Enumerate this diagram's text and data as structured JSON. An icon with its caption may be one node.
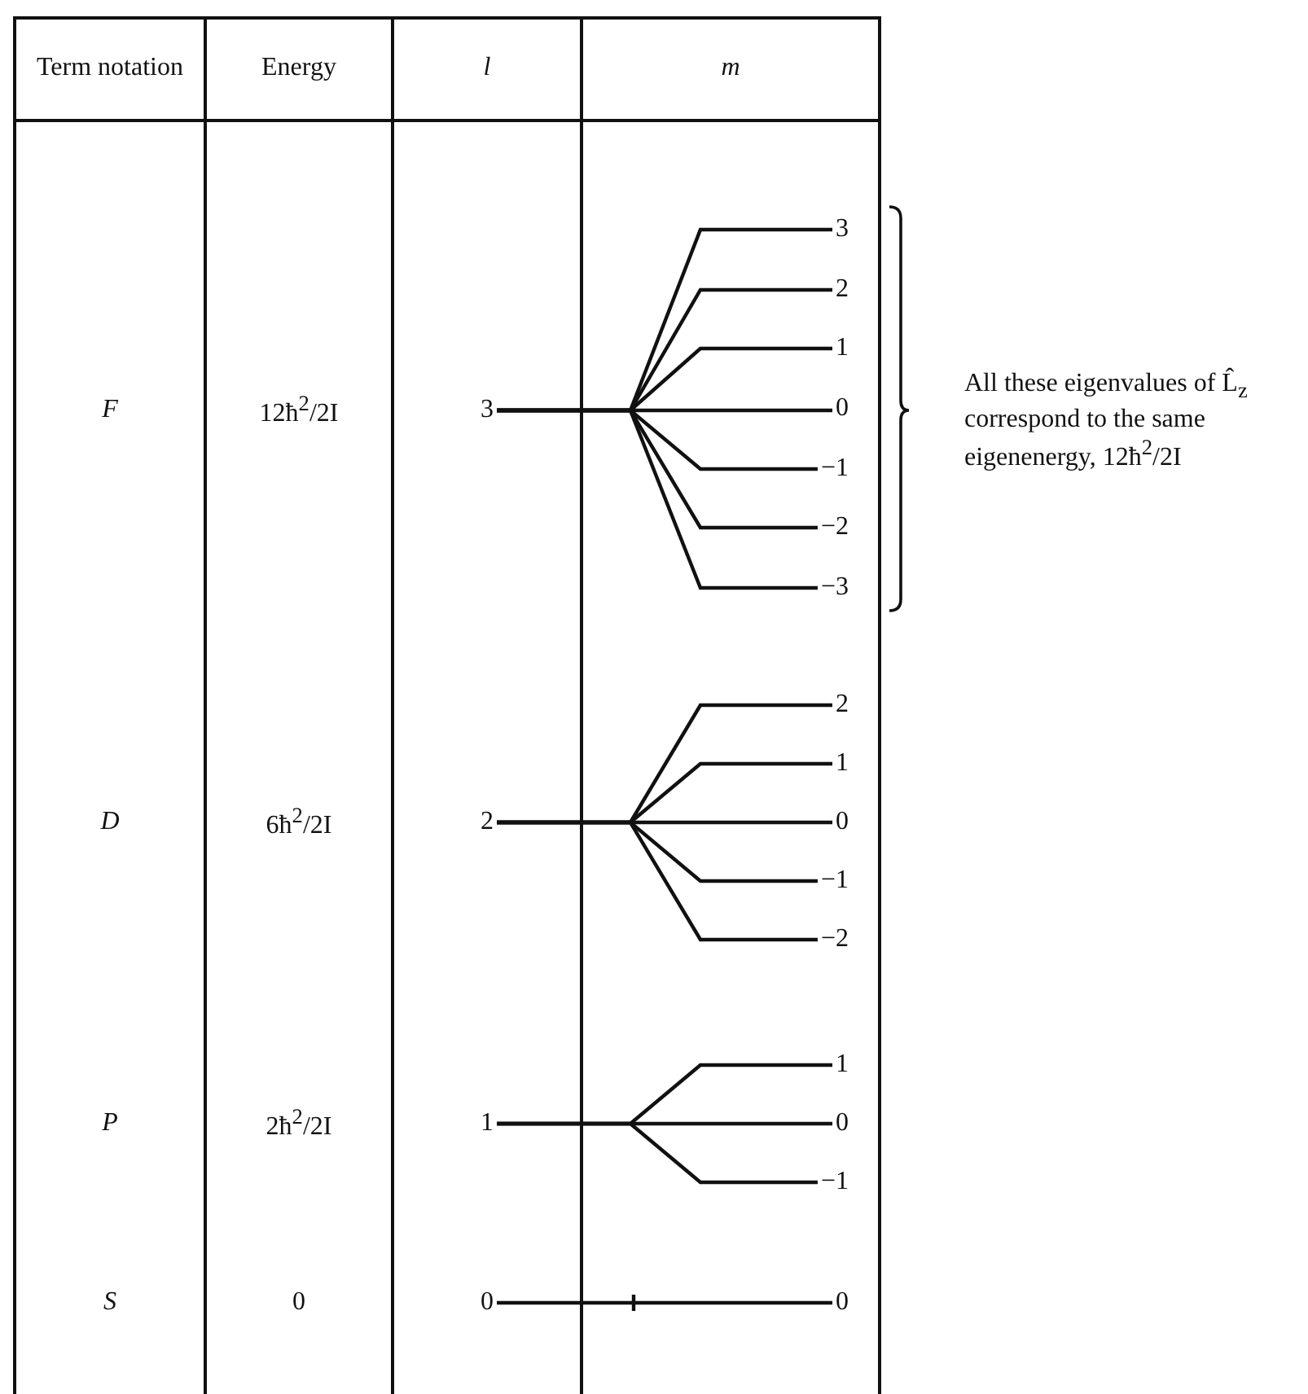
{
  "diagram": {
    "nodes": [
      {
        "text": [
          "3"
        ]
      },
      {
        "text": [
          "3"
        ]
      },
      {
        "text": [
          "2"
        ]
      },
      {
        "text": [
          "1"
        ]
      },
      {
        "text": [
          "0"
        ]
      },
      {
        "text": [
          "−1"
        ]
      },
      {
        "text": [
          "−2"
        ]
      },
      {
        "text": [
          "−3"
        ]
      },
      {
        "text": [
          "2"
        ]
      },
      {
        "text": [
          "2"
        ]
      },
      {
        "text": [
          "1"
        ]
      },
      {
        "text": [
          "0"
        ]
      },
      {
        "text": [
          "−1"
        ]
      },
      {
        "text": [
          "−2"
        ]
      },
      {
        "text": [
          "1"
        ]
      },
      {
        "text": [
          "1"
        ]
      },
      {
        "text": [
          "0"
        ]
      },
      {
        "text": [
          "−1"
        ]
      },
      {
        "text": [
          "0"
        ]
      },
      {
        "text": [
          "0"
        ]
      }
    ],
    "edges": [
      {
        "from": 0,
        "to": 1,
        "arrow": "none"
      },
      {
        "from": 0,
        "to": 2,
        "arrow": "none"
      },
      {
        "from": 0,
        "to": 3,
        "arrow": "none"
      },
      {
        "from": 0,
        "to": 4,
        "arrow": "none"
      },
      {
        "from": 0,
        "to": 5,
        "arrow": "none"
      },
      {
        "from": 0,
        "to": 6,
        "arrow": "none"
      },
      {
        "from": 0,
        "to": 7,
        "arrow": "none"
      },
      {
        "from": 8,
        "to": 9,
        "arrow": "none"
      },
      {
        "from": 8,
        "to": 10,
        "arrow": "none"
      },
      {
        "from": 8,
        "to": 11,
        "arrow": "none"
      },
      {
        "from": 8,
        "to": 12,
        "arrow": "none"
      },
      {
        "from": 8,
        "to": 13,
        "arrow": "none"
      },
      {
        "from": 14,
        "to": 15,
        "arrow": "none"
      },
      {
        "from": 14,
        "to": 16,
        "arrow": "none"
      },
      {
        "from": 14,
        "to": 17,
        "arrow": "none"
      },
      {
        "from": 18,
        "to": 19,
        "arrow": "none"
      }
    ],
    "labels": [
      "Term notation",
      "Energy",
      "l",
      "m",
      "F",
      "12ħ$^{2}$/2I",
      "All these eigenvalues of L̂$_{z}$ correspond to the same eigenenergy, 12ħ$^{2}$/2I",
      "D",
      "6ħ$^{2}$/2I",
      "P",
      "2ħ$^{2}$/2I",
      "S",
      "0"
    ]
  }
}
